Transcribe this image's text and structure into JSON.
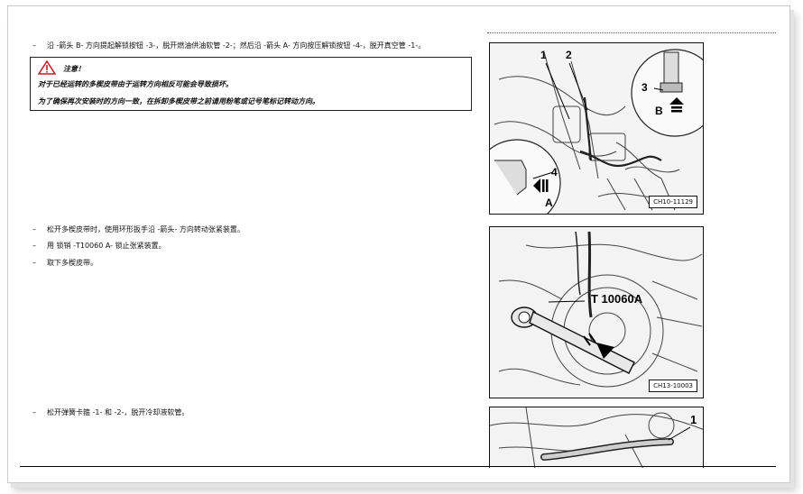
{
  "steps": {
    "step1": "沿 -箭头 B- 方向提起解锁按钮 -3-，脱开燃油供油软管 -2-；然后沿 -箭头 A- 方向按压解锁按钮 -4-，脱开真空管 -1-。",
    "step2": "松开多楔皮带时，使用环形扳手沿 -箭头- 方向转动张紧装置。",
    "step3": "用 锁销 -T10060 A- 锁止张紧装置。",
    "step4": "取下多楔皮带。",
    "step5": "松开弹簧卡箍 -1- 和 -2-，脱开冷却液软管。"
  },
  "warning": {
    "title": "注意！",
    "line1": "对于已经运转的多楔皮带由于运转方向相反可能会导致损坏。",
    "line2": "为了确保再次安装时的方向一致，在拆卸多楔皮带之前请用粉笔或记号笔标记转动方向。"
  },
  "figures": {
    "fig1": {
      "code": "CH10-11129",
      "labels": {
        "n1": "1",
        "n2": "2",
        "n3": "3",
        "n4": "4",
        "a": "A",
        "b": "B"
      }
    },
    "fig2": {
      "code": "CH13-10003",
      "tool": "T 10060A"
    },
    "fig3": {
      "labels": {
        "n1": "1"
      }
    }
  },
  "colors": {
    "warning_icon": "#c0202a",
    "text": "#111111"
  }
}
